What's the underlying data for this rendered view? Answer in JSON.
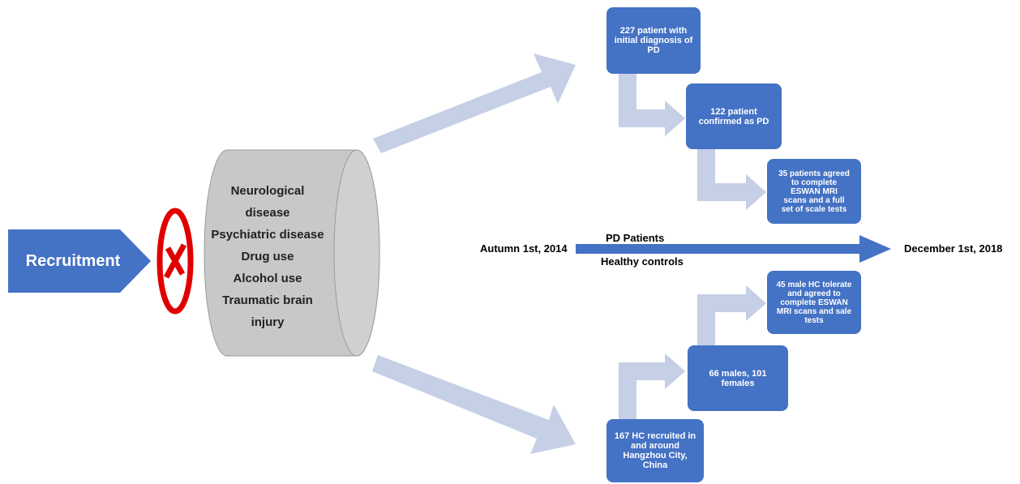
{
  "recruitment": {
    "label": "Recruitment"
  },
  "exclusion": {
    "items": [
      "Neurological",
      "disease",
      "Psychiatric disease",
      "Drug use",
      "Alcohol use",
      "Traumatic brain",
      "injury"
    ]
  },
  "timeline": {
    "start": "Autumn 1st, 2014",
    "end": "December 1st, 2018",
    "upper_label": "PD Patients",
    "lower_label": "Healthy controls"
  },
  "pd_boxes": [
    "227 patient with\ninitial diagnosis of\nPD",
    "122 patient\nconfirmed as PD",
    "35 patients agreed\nto complete\nESWAN MRI\nscans  and a full\nset of scale tests"
  ],
  "hc_boxes": [
    "167 HC recruited in\nand around\nHangzhou City,\nChina",
    "66 males, 101\nfemales",
    "45 male HC tolerate\nand agreed to\ncomplete ESWAN\nMRI scans and sale\ntests"
  ],
  "colors": {
    "box": "#4472C4",
    "arrow_light": "#C5CFE6",
    "cylinder": "#C8C8C8",
    "exclusion_mark": "#E00000"
  }
}
